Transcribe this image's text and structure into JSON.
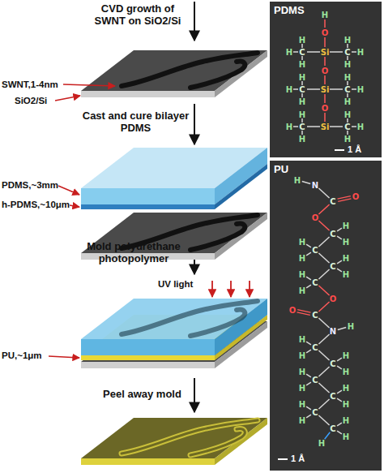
{
  "diagram": {
    "nodes": [
      {
        "text": [
          "PDMS"
        ]
      },
      {
        "text": [
          "PU"
        ]
      }
    ],
    "labels": [
      "CVD growth of SWNT on SiO2/Si",
      "SWNT,1-4nm",
      "SiO2/Si",
      "Cast and cure bilayer PDMS",
      "PDMS,~3mm",
      "h-PDMS,~10μm",
      "Mold polyurethane photopolymer",
      "UV light",
      "PU,~1μm",
      "Peel away mold",
      "H",
      "O",
      "Si",
      "C",
      "H",
      "H",
      "H",
      "C",
      "H",
      "H",
      "H",
      "O",
      "Si",
      "C",
      "H",
      "H",
      "H",
      "C",
      "H",
      "H",
      "H",
      "O",
      "Si",
      "C",
      "H",
      "H",
      "H",
      "C",
      "H",
      "H",
      "H",
      "1 Å",
      "N",
      "H",
      "C",
      "O",
      "O",
      "C",
      "H",
      "H",
      "C",
      "H",
      "H",
      "C",
      "H",
      "H",
      "C",
      "H",
      "H",
      "O",
      "C",
      "O",
      "N",
      "H",
      "C",
      "H",
      "H",
      "C",
      "H",
      "H",
      "C",
      "H",
      "H",
      "C",
      "H",
      "H",
      "C",
      "H",
      "H",
      "C",
      "H",
      "H",
      "H",
      "1 Å"
    ]
  }
}
